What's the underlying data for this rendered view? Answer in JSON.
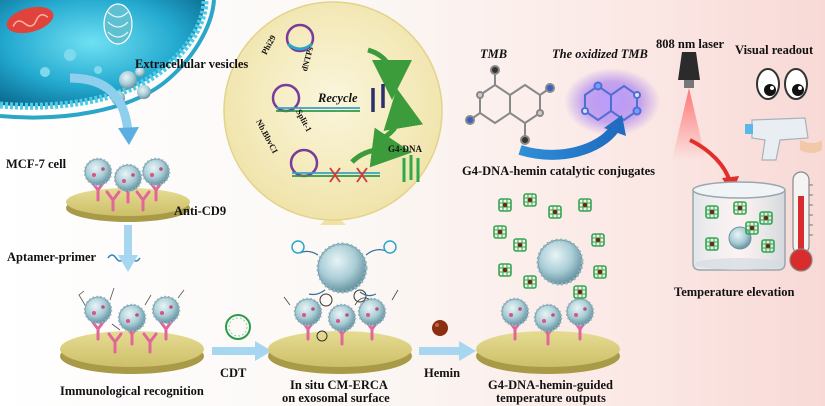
{
  "labels": {
    "extracellular_vesicles": "Extracellular vesicles",
    "mcf7_cell": "MCF-7 cell",
    "anti_cd9": "Anti-CD9",
    "aptamer_primer": "Aptamer-primer",
    "immunological_recognition": "Immunological recognition",
    "cdt": "CDT",
    "in_situ_line1": "In situ CM-ERCA",
    "in_situ_line2": "on exosomal surface",
    "hemin": "Hemin",
    "outputs_line1": "G4-DNA-hemin-guided",
    "outputs_line2": "temperature outputs",
    "tmb": "TMB",
    "oxidized_tmb": "The oxidized TMB",
    "catalytic_conjugates": "G4-DNA-hemin catalytic conjugates",
    "laser": "808 nm laser",
    "visual_readout": "Visual readout",
    "temperature_elevation": "Temperature elevation",
    "recycle": "Recycle",
    "phi29": "Phi29",
    "dntps": "dNTPs",
    "split1": "Split-1",
    "nbbbvci": "Nb.BbvCI",
    "g4_dna": "G4-DNA"
  },
  "colors": {
    "cell": "#2bb6d6",
    "cell_dark": "#0f7fa8",
    "membrane": "#4ecbe6",
    "mitochondria": "#e0433b",
    "chip_top": "#d9cf80",
    "chip_side": "#a89a46",
    "antibody": "#e0679a",
    "exosome": "#9fc4cf",
    "g4_green": "#2fa84f",
    "arrow_green": "#3c9b3a",
    "arrow_blue": "#a7d7f0",
    "arrow_gradient_start": "#2f8fd8",
    "arrow_red": "#e1302a",
    "bubble_fill": "#f6f0c8",
    "oxidized_glow": "#9a6cf0",
    "thermometer_red": "#d92c2c"
  },
  "icons": [
    "cell-icon",
    "vesicle-icon",
    "antibody-icon",
    "exosome-icon",
    "dna-circle-icon",
    "g4-dna-icon",
    "molecule-icon",
    "laser-pen-icon",
    "eyes-icon",
    "thermal-gun-icon",
    "thermometer-icon",
    "beaker-icon",
    "hemin-icon",
    "scissors-icon",
    "arrow-icon"
  ]
}
